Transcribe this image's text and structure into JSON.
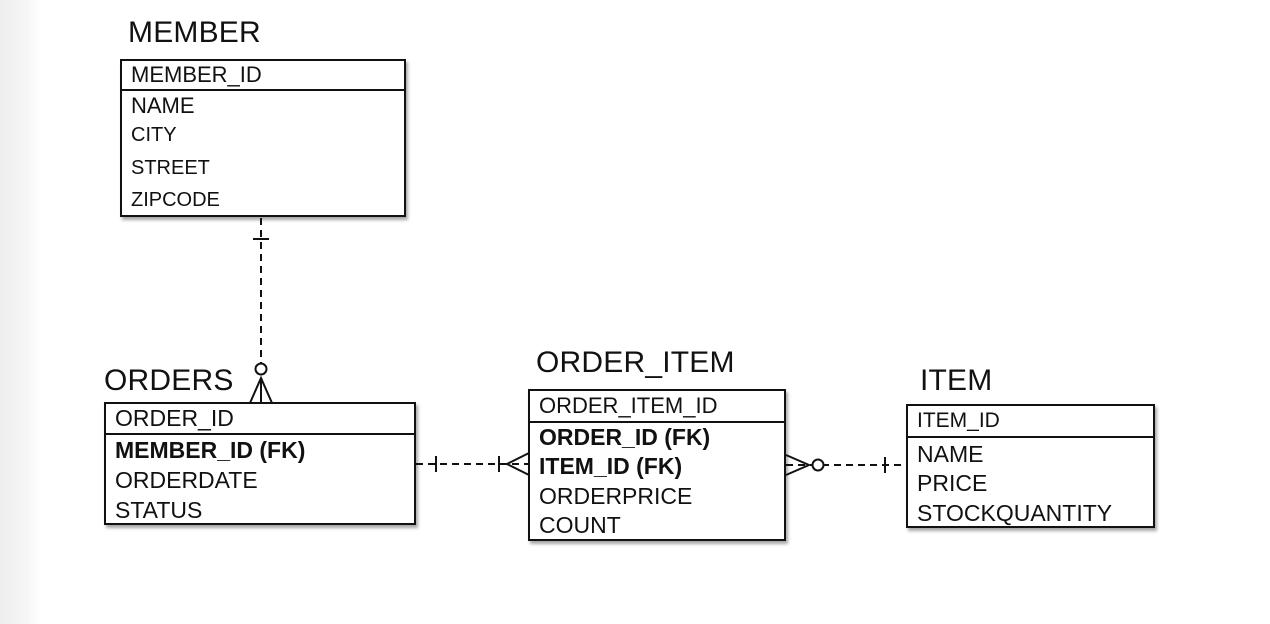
{
  "entities": {
    "member": {
      "title": "MEMBER",
      "pk": "MEMBER_ID",
      "attributes": [
        "NAME",
        "CITY",
        "STREET",
        "ZIPCODE"
      ]
    },
    "orders": {
      "title": "ORDERS",
      "pk": "ORDER_ID",
      "attributes": [
        "MEMBER_ID (FK)",
        "ORDERDATE",
        "STATUS"
      ],
      "fk_attributes": [
        "MEMBER_ID (FK)"
      ]
    },
    "order_item": {
      "title": "ORDER_ITEM",
      "pk": "ORDER_ITEM_ID",
      "attributes": [
        "ORDER_ID (FK)",
        "ITEM_ID (FK)",
        "ORDERPRICE",
        "COUNT"
      ],
      "fk_attributes": [
        "ORDER_ID (FK)",
        "ITEM_ID (FK)"
      ]
    },
    "item": {
      "title": "ITEM",
      "pk": "ITEM_ID",
      "attributes": [
        "NAME",
        "PRICE",
        "STOCKQUANTITY"
      ]
    }
  },
  "relationships": [
    {
      "from": "MEMBER",
      "to": "ORDERS",
      "from_cardinality": "one",
      "to_cardinality": "zero-or-many",
      "line": "dashed"
    },
    {
      "from": "ORDERS",
      "to": "ORDER_ITEM",
      "from_cardinality": "one",
      "to_cardinality": "one-or-many",
      "line": "dashed"
    },
    {
      "from": "ITEM",
      "to": "ORDER_ITEM",
      "from_cardinality": "one",
      "to_cardinality": "zero-or-many",
      "line": "dashed"
    }
  ],
  "colors": {
    "line": "#111111",
    "background": "#ffffff"
  }
}
